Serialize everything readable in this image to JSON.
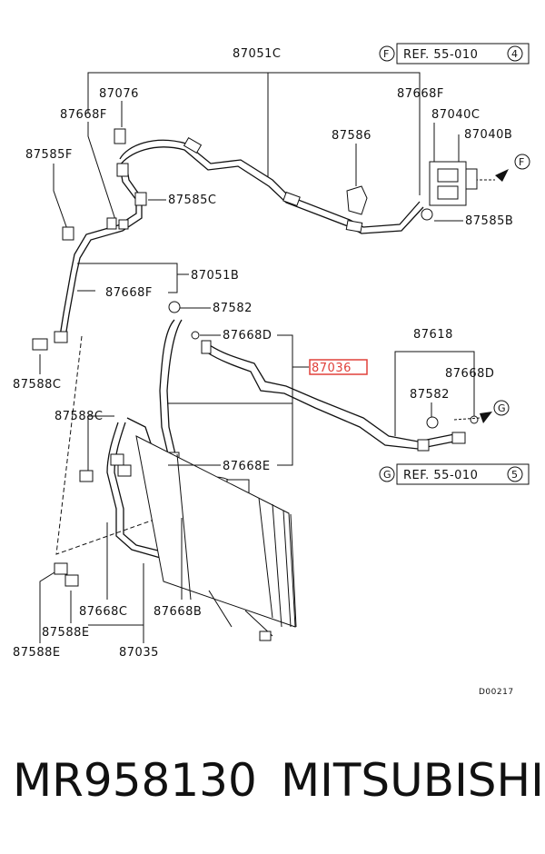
{
  "diagram": {
    "labels": {
      "p87051C": "87051C",
      "p87076": "87076",
      "p87668F_a": "87668F",
      "p87585F": "87585F",
      "p87585C": "87585C",
      "p87586": "87586",
      "p87668F_b": "87668F",
      "p87040C": "87040C",
      "p87040B": "87040B",
      "p87585B": "87585B",
      "p87051B": "87051B",
      "p87668F_c": "87668F",
      "p87582_a": "87582",
      "p87668D_a": "87668D",
      "p87036": "87036",
      "p87588C_a": "87588C",
      "p87618": "87618",
      "p87668D_b": "87668D",
      "p87582_b": "87582",
      "p87588C_b": "87588C",
      "p87668E": "87668E",
      "p87668C": "87668C",
      "p87668B": "87668B",
      "p87588E_a": "87588E",
      "p87588E_b": "87588E",
      "p87035": "87035"
    },
    "ref_top": {
      "circle": "F",
      "text": "REF. 55-010",
      "num": "4"
    },
    "ref_bottom": {
      "circle": "G",
      "text": "REF. 55-010",
      "num": "5"
    },
    "arrow_f": "F",
    "arrow_g": "G",
    "drawing_code": "D00217",
    "highlight_color": "#e0403a"
  },
  "footer": {
    "part_number": "MR958130",
    "brand": "MITSUBISHI"
  }
}
